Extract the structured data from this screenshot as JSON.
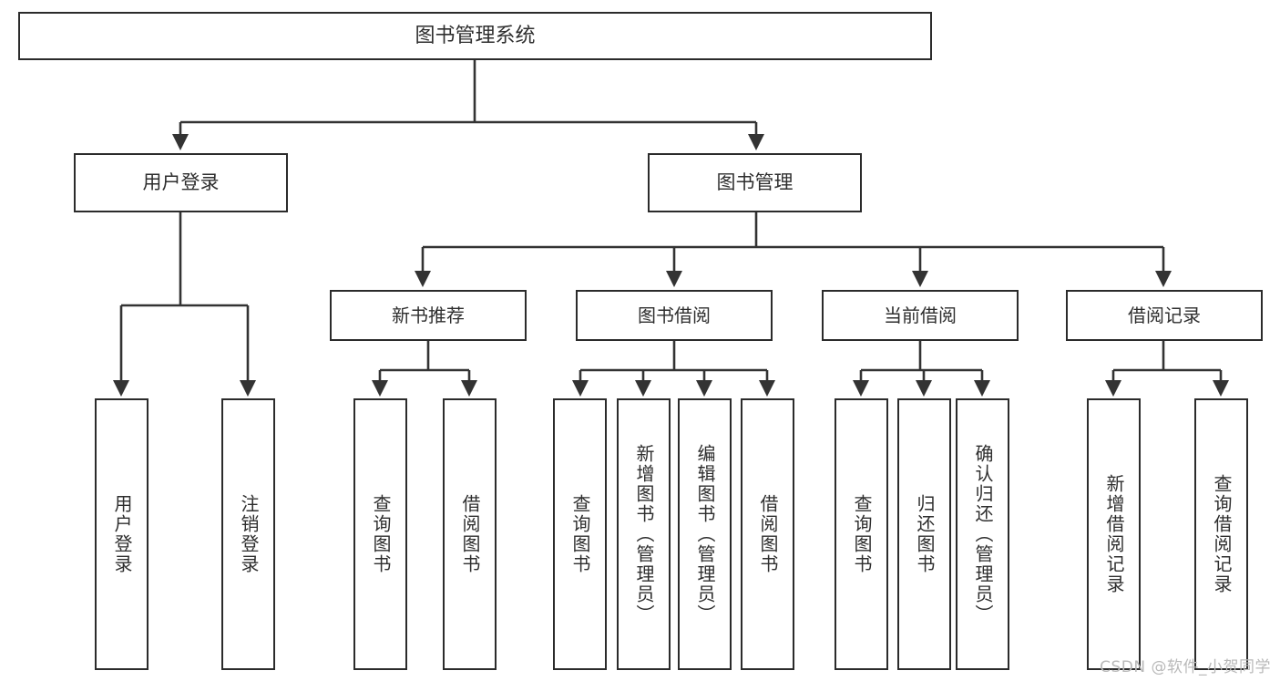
{
  "diagram": {
    "type": "tree-hierarchy",
    "title": "图书管理系统",
    "orientation": "top-down",
    "colors": {
      "box_border": "#2b2b2b",
      "box_fill": "#ffffff",
      "edge": "#333333",
      "text": "#2e2e2e",
      "watermark": "#b9b9b9",
      "background": "#ffffff"
    },
    "nodes": {
      "root": {
        "label": "图书管理系统"
      },
      "level2": [
        {
          "id": "user-login",
          "label": "用户登录"
        },
        {
          "id": "book-management",
          "label": "图书管理"
        }
      ],
      "level3": [
        {
          "id": "new-book-recommend",
          "label": "新书推荐"
        },
        {
          "id": "book-borrow",
          "label": "图书借阅"
        },
        {
          "id": "current-borrow",
          "label": "当前借阅"
        },
        {
          "id": "borrow-record",
          "label": "借阅记录"
        }
      ],
      "leaves": {
        "user-login": [
          {
            "id": "leaf-user-login",
            "label": "用户登录"
          },
          {
            "id": "leaf-user-logout",
            "label": "注销登录"
          }
        ],
        "new-book-recommend": [
          {
            "id": "leaf-query-book-1",
            "label": "查询图书"
          },
          {
            "id": "leaf-borrow-book-1",
            "label": "借阅图书"
          }
        ],
        "book-borrow": [
          {
            "id": "leaf-query-book-2",
            "label": "查询图书"
          },
          {
            "id": "leaf-add-book-admin",
            "label": "新增图书（管理员）"
          },
          {
            "id": "leaf-edit-book-admin",
            "label": "编辑图书（管理员）"
          },
          {
            "id": "leaf-borrow-book-2",
            "label": "借阅图书"
          }
        ],
        "current-borrow": [
          {
            "id": "leaf-query-book-3",
            "label": "查询图书"
          },
          {
            "id": "leaf-return-book",
            "label": "归还图书"
          },
          {
            "id": "leaf-confirm-return-admin",
            "label": "确认归还（管理员）"
          }
        ],
        "borrow-record": [
          {
            "id": "leaf-add-borrow-record",
            "label": "新增借阅记录"
          },
          {
            "id": "leaf-query-borrow-record",
            "label": "查询借阅记录"
          }
        ]
      }
    },
    "watermark": "CSDN @软件_小贺同学"
  }
}
